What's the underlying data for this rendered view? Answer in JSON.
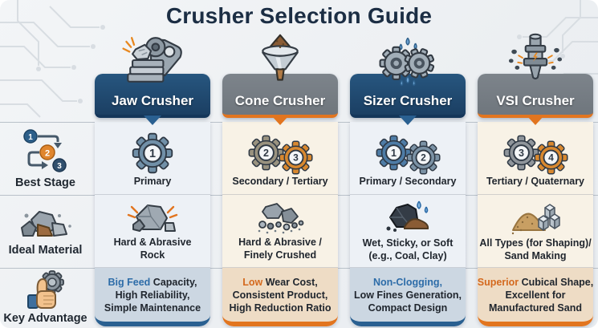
{
  "title": "Crusher Selection Guide",
  "colors": {
    "title_color": "#1c2e44",
    "navy_header": "#27567f",
    "navy_dark": "#1b3f63",
    "gray_header": "#6f767d",
    "orange_accent": "#e2751f",
    "blue_highlight": "#2d6ca8",
    "orange_highlight": "#d4691e",
    "cell_blue_bg": "#edf1f6",
    "cell_cream_bg": "#f8f2e6",
    "advantage_blue_bg": "#ccd7e2",
    "advantage_tan_bg": "#eedcc5"
  },
  "row_labels": [
    {
      "label": "Best Stage",
      "icon": "stage-flow-icon"
    },
    {
      "label": "Ideal Material",
      "icon": "rock-pile-icon"
    },
    {
      "label": "Key Advantage",
      "icon": "thumbs-up-gear-icon"
    }
  ],
  "stage_flow_numbers": [
    "1",
    "2",
    "3"
  ],
  "columns": [
    {
      "name": "Jaw Crusher",
      "theme": "blue",
      "machine_icon": "jaw-crusher-icon",
      "stage": {
        "label": "Primary",
        "gears": [
          {
            "num": "1",
            "color": "#7190a8"
          }
        ]
      },
      "material": {
        "icon": "hard-abrasive-rock-icon",
        "line1": "Hard & Abrasive",
        "line2": "Rock"
      },
      "advantage": {
        "highlight": "Big Feed",
        "rest": " Capacity,",
        "line2": "High Reliability,",
        "line3": "Simple Maintenance"
      }
    },
    {
      "name": "Cone Crusher",
      "theme": "orange",
      "machine_icon": "cone-crusher-funnel-icon",
      "stage": {
        "label": "Secondary / Tertiary",
        "gears": [
          {
            "num": "2",
            "color": "#99927f"
          },
          {
            "num": "3",
            "color": "#d8882f"
          }
        ]
      },
      "material": {
        "icon": "finely-crushed-rock-icon",
        "line1": "Hard & Abrasive /",
        "line2": "Finely Crushed"
      },
      "advantage": {
        "highlight": "Low",
        "rest": " Wear Cost,",
        "line2": "Consistent Product,",
        "line3": "High Reduction Ratio"
      }
    },
    {
      "name": "Sizer Crusher",
      "theme": "blue",
      "machine_icon": "sizer-crusher-gears-icon",
      "stage": {
        "label": "Primary / Secondary",
        "gears": [
          {
            "num": "1",
            "color": "#4e7ca6"
          },
          {
            "num": "2",
            "color": "#7b92a5"
          }
        ]
      },
      "material": {
        "icon": "wet-sticky-soft-icon",
        "line1": "Wet, Sticky, or Soft",
        "line2": "(e.g., Coal, Clay)"
      },
      "advantage": {
        "highlight": "Non-Clogging,",
        "rest": "",
        "line2": "Low Fines Generation,",
        "line3": "Compact Design"
      }
    },
    {
      "name": "VSI Crusher",
      "theme": "orange",
      "machine_icon": "vsi-crusher-icon",
      "stage": {
        "label": "Tertiary / Quaternary",
        "gears": [
          {
            "num": "3",
            "color": "#8f959b"
          },
          {
            "num": "4",
            "color": "#d8882f"
          }
        ]
      },
      "material": {
        "icon": "sand-making-icon",
        "line1": "All Types (for Shaping)/",
        "line2": "Sand Making"
      },
      "advantage": {
        "highlight": "Superior",
        "rest": " Cubical Shape,",
        "line2": "Excellent for",
        "line3": "Manufactured Sand"
      }
    }
  ]
}
